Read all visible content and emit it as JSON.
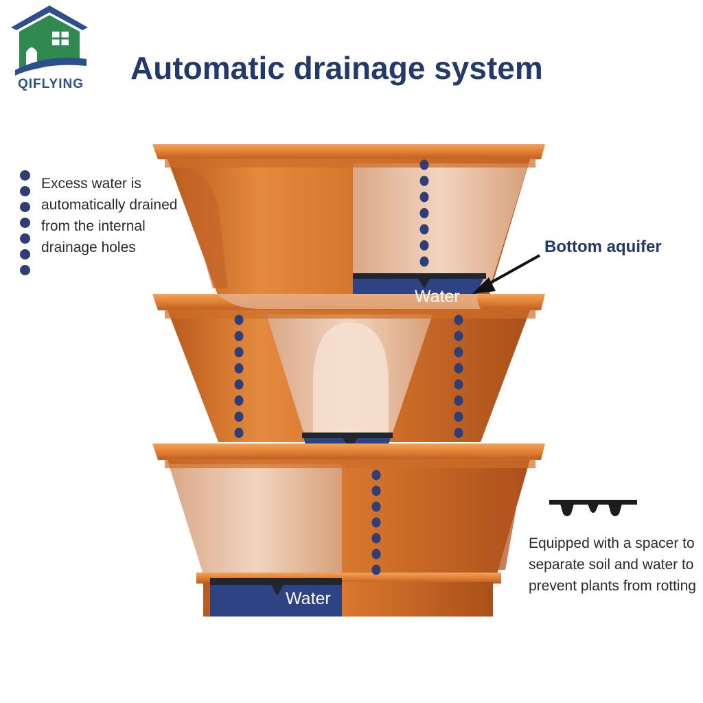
{
  "logo": {
    "text": "QIFLYING"
  },
  "title": "Automatic drainage system",
  "left_note": {
    "text": "Excess water is automatically drained from the internal drainage holes",
    "bullet_count": 7
  },
  "aquifer_label": "Bottom aquifer",
  "water_labels": [
    "Water",
    "Water"
  ],
  "right_note": "Equipped with a spacer to separate soil and water to prevent plants from rotting",
  "icons": [
    "house-logo-icon",
    "arrow-icon",
    "spacer-icon"
  ],
  "colors": {
    "pot_orange": "#d9792f",
    "pot_light": "#eac3a6",
    "water_blue": "#2e4384",
    "drop_blue": "#2e3f78",
    "title_blue": "#22396b",
    "logo_green": "#2e8a4e",
    "logo_blue": "#2d4f8e"
  }
}
